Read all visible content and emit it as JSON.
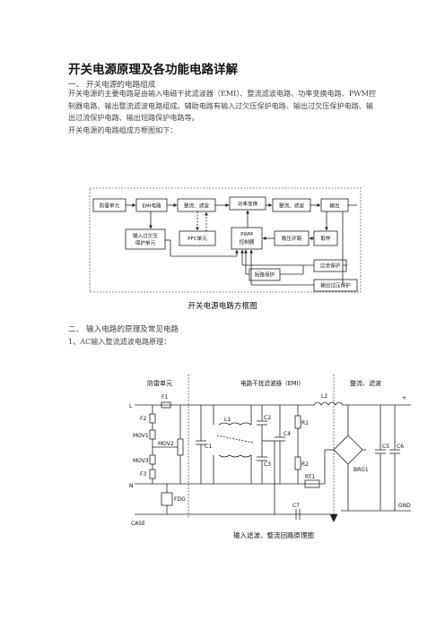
{
  "doc": {
    "title": "开关电源原理及各功能电路详解",
    "section1": {
      "num": "一、",
      "heading": "开关电源的电路组成"
    },
    "para1": "开关电源的主要电路是由输入电磁干扰滤波器（EMI）、整流滤波电路、功率变换电路、PWM控制器电路、输出整流滤波电路组成。辅助电路有输入过欠压保护电路、输出过欠压保护电路、输出过流保护电路、输出短路保护电路等。",
    "para2": "开关电源的电路组成方框图如下：",
    "section2": {
      "num": "二、",
      "heading": "输入电路的原理及常见电路"
    },
    "sub1": "1、AC输入整流滤波电路原理："
  },
  "block_diagram": {
    "caption": "开关电源电路方框图",
    "blocks": {
      "surge": "防雷单元",
      "emi": "EMI电路",
      "rect": "整流、滤波",
      "power": "功率变换",
      "outrect": "整流、滤波",
      "output": "输出",
      "ovuv_line1": "输入过欠压",
      "ovuv_line2": "保护单元",
      "pfc": "PFC单元",
      "pwm_line1": "PWM",
      "pwm_line2": "控制器",
      "regulator": "稳压环路",
      "sample": "取样",
      "ocp": "过流保护",
      "sc": "短路保护",
      "ovp": "输出过压保护"
    }
  },
  "schematic": {
    "caption": "输入滤波、整流回路原理图",
    "labels": {
      "surge": "防雷单元",
      "emi": "电路干扰滤波器（EMI）",
      "filter": "整流、滤波",
      "L": "L",
      "N": "N",
      "case": "CASE",
      "gnd": "GND",
      "plus": "+",
      "F1": "F1",
      "F2": "F2",
      "F3": "F3",
      "MOV1": "MOV1",
      "MOV2": "MOV2",
      "MOV3": "MOV3",
      "FDG": "FDG",
      "C1": "C1",
      "L1": "L1",
      "C2": "C2",
      "C3": "C3",
      "C4": "C4",
      "R1": "R1",
      "R2": "R2",
      "RT1": "RT1",
      "L2": "L2",
      "BRG1": "BRG1",
      "C5": "C5",
      "C6": "C6",
      "C7": "C7"
    }
  }
}
